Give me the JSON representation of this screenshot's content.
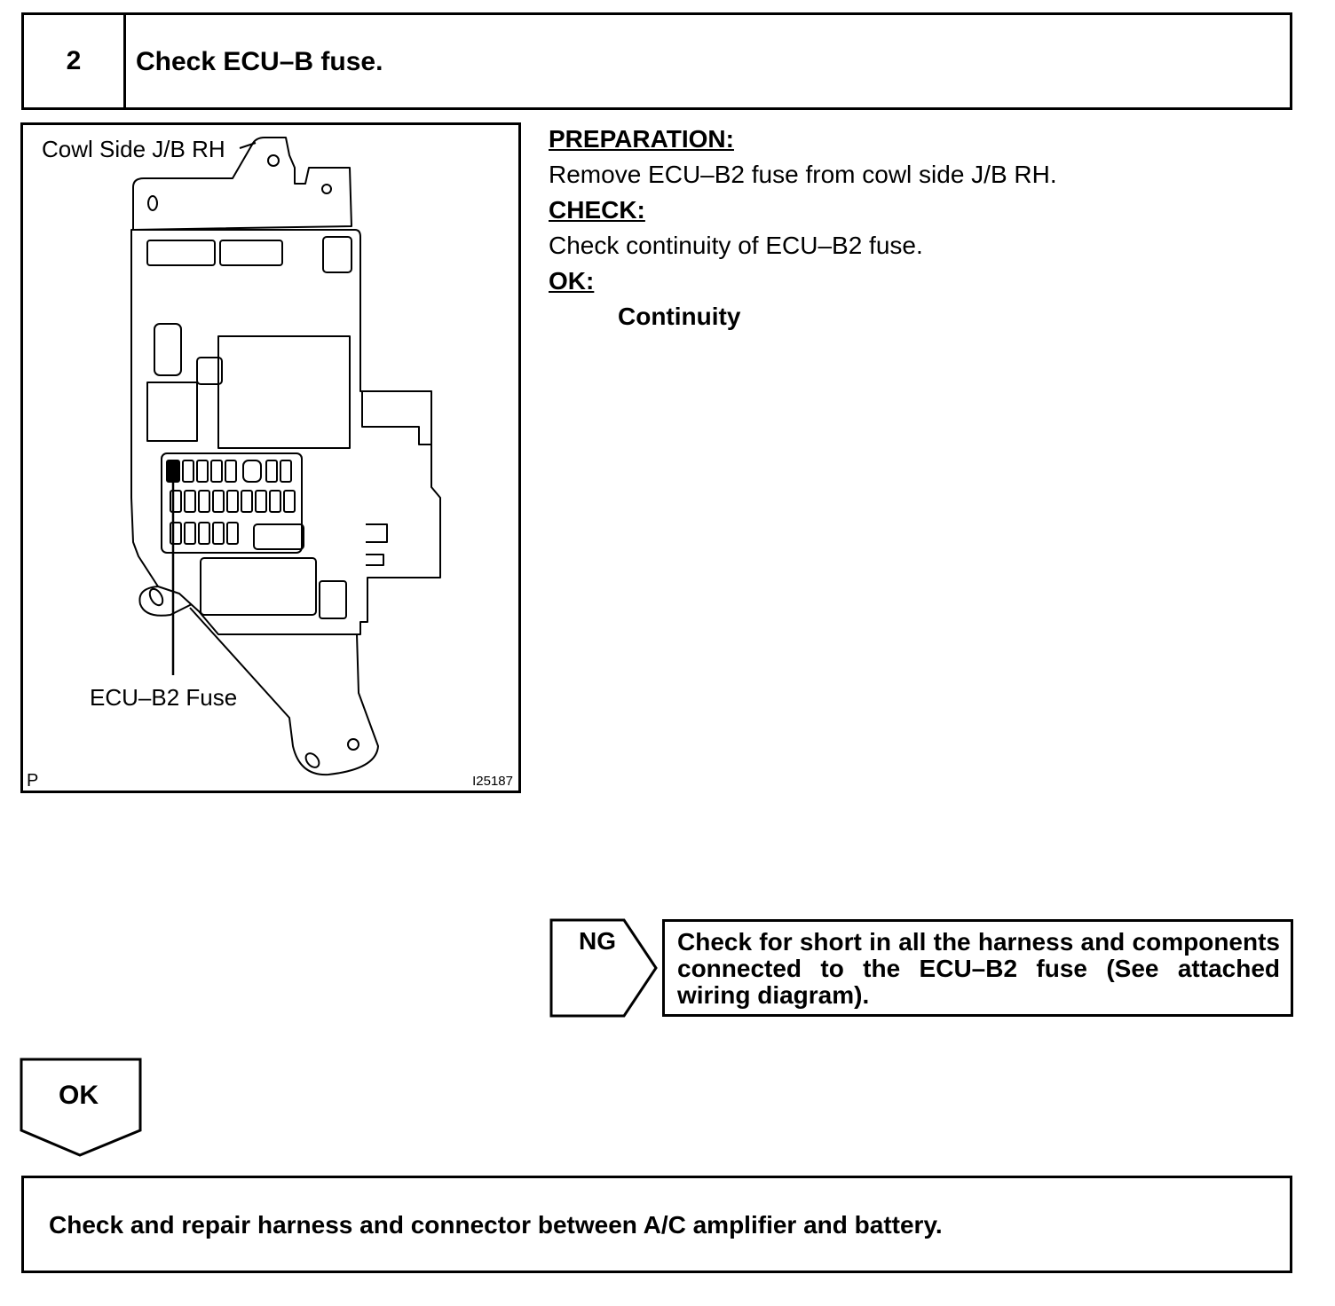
{
  "step": {
    "number": "2",
    "title": "Check ECU–B fuse."
  },
  "figure": {
    "title": "Cowl Side J/B RH",
    "callout": "ECU–B2 Fuse",
    "corner_mark": "P",
    "figure_code": "I25187"
  },
  "instructions": {
    "preparation_heading": "PREPARATION:",
    "preparation_text": "Remove ECU–B2 fuse from cowl side J/B RH.",
    "check_heading": "CHECK:",
    "check_text": "Check continuity of ECU–B2 fuse.",
    "ok_heading": "OK:",
    "ok_value": "Continuity"
  },
  "ng_branch": {
    "label": "NG",
    "text": "Check for short in all the harness and components connected to the ECU–B2 fuse (See attached wiring diagram)."
  },
  "ok_branch": {
    "label": "OK"
  },
  "final_step": {
    "text": "Check and repair harness and connector between A/C amplifier and battery."
  }
}
